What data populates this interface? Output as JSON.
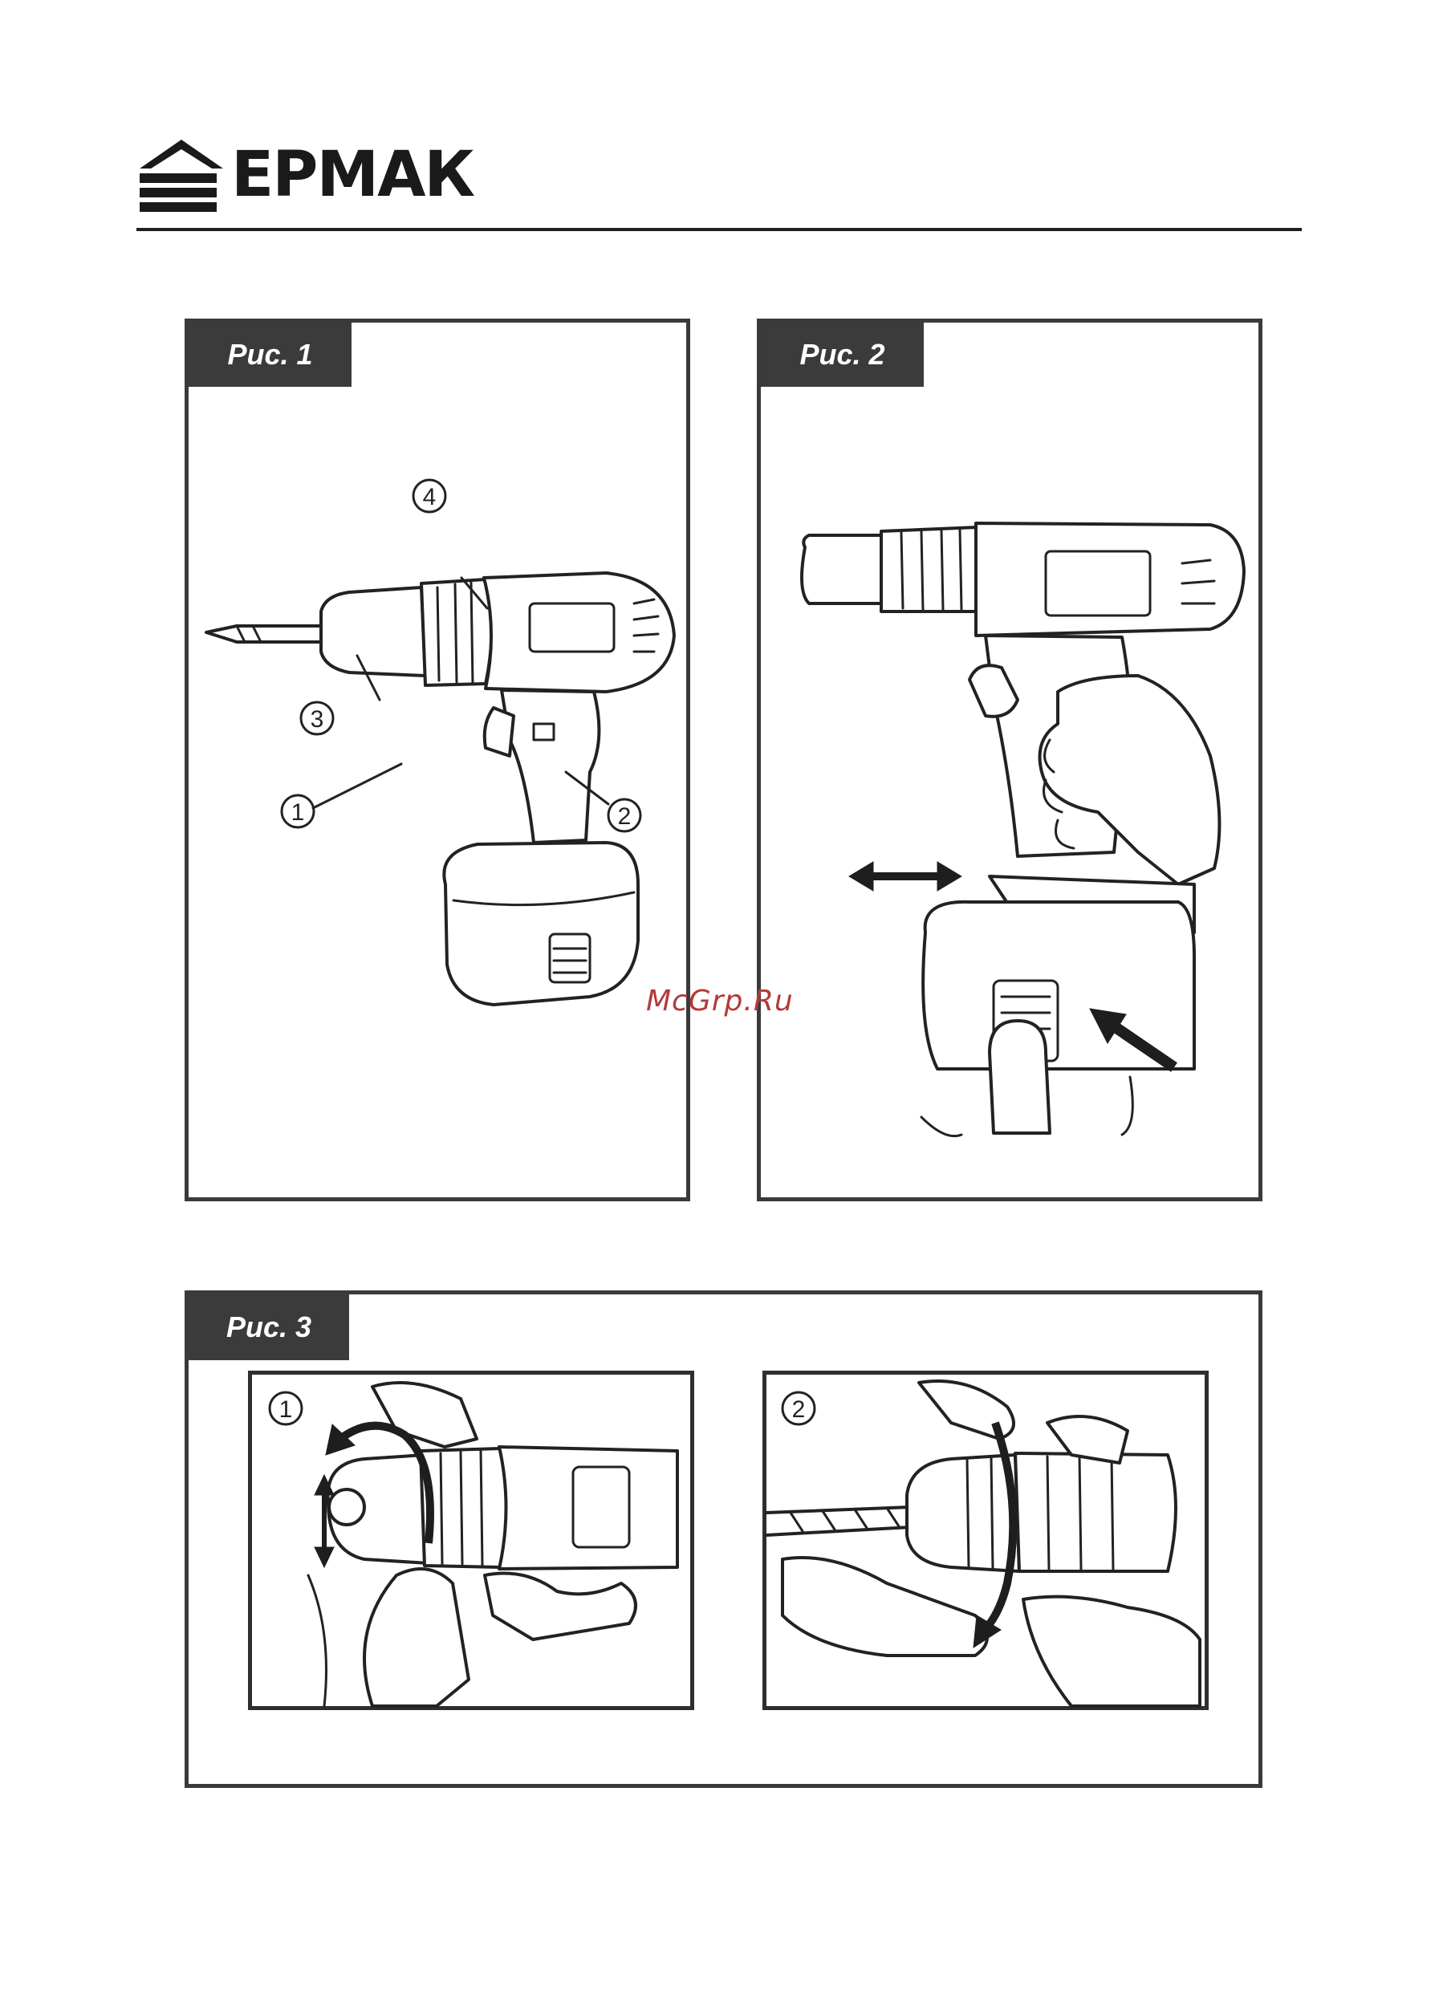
{
  "brand": {
    "name": "ЕРМАК"
  },
  "figures": [
    {
      "id": "fig1",
      "label": "Рис. 1",
      "callouts": [
        "1",
        "2",
        "3",
        "4"
      ]
    },
    {
      "id": "fig2",
      "label": "Рис. 2"
    },
    {
      "id": "fig3",
      "label": "Рис. 3",
      "steps": [
        "1",
        "2"
      ]
    }
  ],
  "watermark": "McGrp.Ru",
  "icons": [
    "brand-logo-icon",
    "double-arrow-icon",
    "push-arrow-icon",
    "rotate-arrow-icon"
  ]
}
